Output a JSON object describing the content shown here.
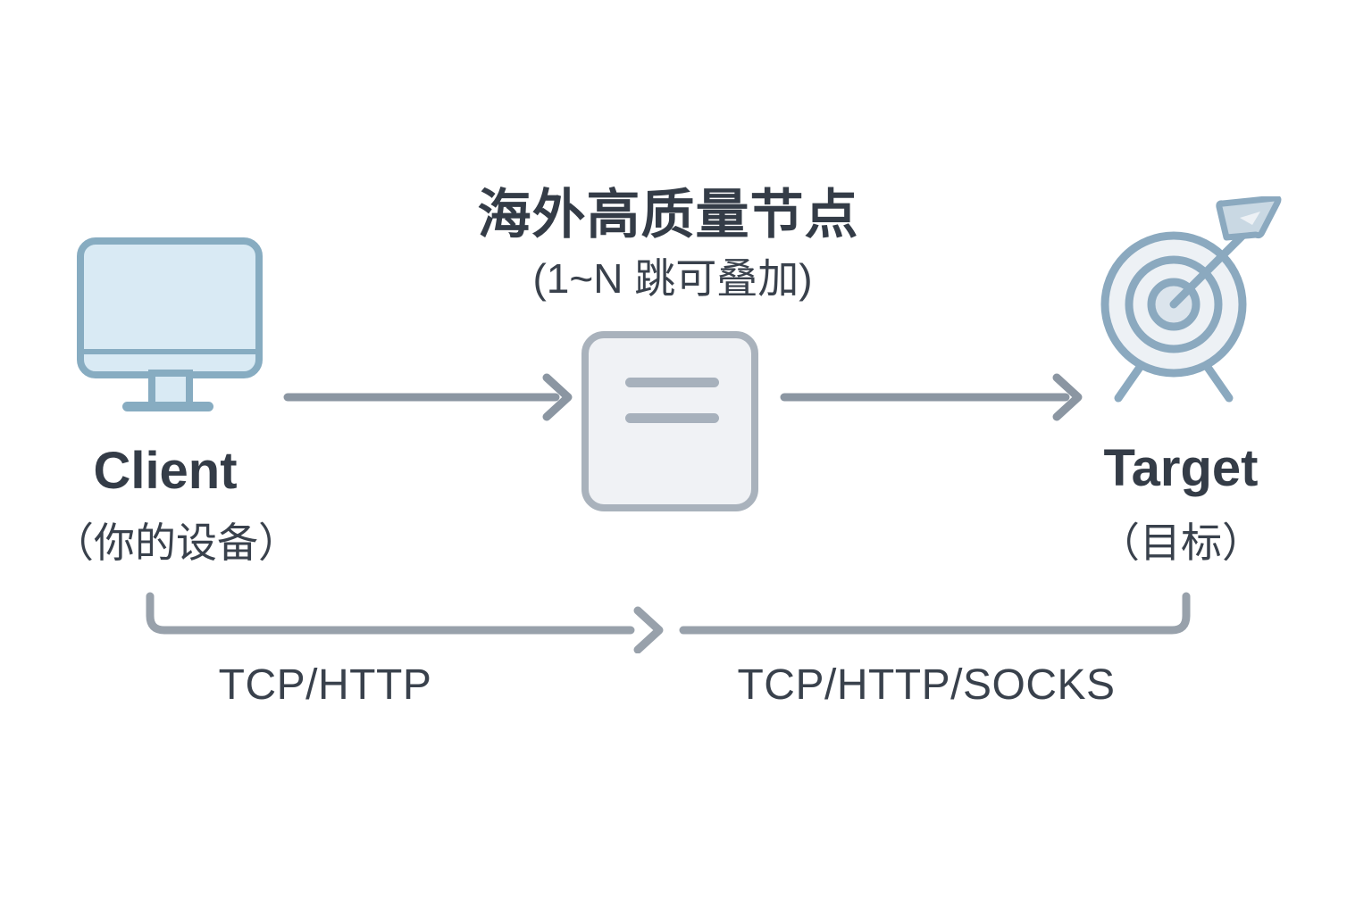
{
  "diagram": {
    "title": "海外高质量节点",
    "subtitle": "(1~N 跳可叠加)",
    "client": {
      "label": "Client",
      "sublabel": "（你的设备）",
      "icon": "monitor-icon"
    },
    "relay_node": {
      "icon": "document-node-icon"
    },
    "target": {
      "label": "Target",
      "sublabel": "（目标）",
      "icon": "bullseye-target-icon"
    },
    "connections": {
      "client_to_node_protocol": "TCP/HTTP",
      "node_to_target_protocol": "TCP/HTTP/SOCKS"
    },
    "colors": {
      "text_dark": "#343C47",
      "arrow_gray": "#8B96A2",
      "bracket_gray": "#98A1AB",
      "monitor_stroke": "#87ACC1",
      "monitor_fill": "#D9EAF4",
      "node_stroke": "#A9B2BC",
      "node_fill": "#F0F2F5",
      "node_lines": "#A7B1BC",
      "target_stroke": "#8BA9BF",
      "target_fill": "#EDF1F5",
      "target_center_fill": "#DBE4EC",
      "fletching_fill": "#C9D8E3"
    }
  }
}
